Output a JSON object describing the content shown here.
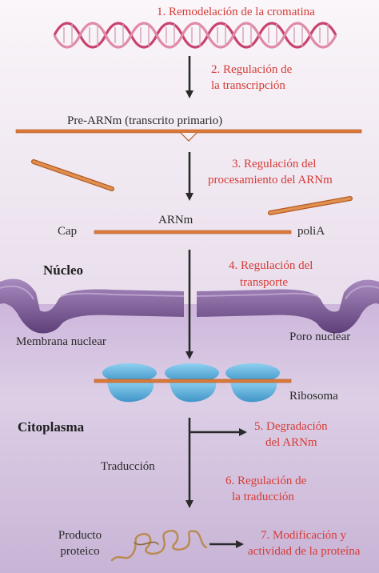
{
  "steps": {
    "s1": "1. Remodelación de la cromatina",
    "s2_l1": "2. Regulación de",
    "s2_l2": "la transcripción",
    "s3_l1": "3. Regulación del",
    "s3_l2": "procesamiento del ARNm",
    "s4_l1": "4. Regulación del",
    "s4_l2": "transporte",
    "s5_l1": "5. Degradación",
    "s5_l2": "del ARNm",
    "s6_l1": "6. Regulación de",
    "s6_l2": "la traducción",
    "s7_l1": "7. Modificación y",
    "s7_l2": "actividad de la proteína"
  },
  "labels": {
    "pre_arnm": "Pre-ARNm (transcrito primario)",
    "arnm": "ARNm",
    "cap": "Cap",
    "polia": "poliA",
    "nucleo": "Núcleo",
    "membrana": "Membrana nuclear",
    "poro": "Poro nuclear",
    "ribosoma": "Ribosoma",
    "citoplasma": "Citoplasma",
    "traduccion": "Traducción",
    "producto_l1": "Producto",
    "producto_l2": "proteico"
  },
  "colors": {
    "step_text": "#d63a36",
    "rna_strand": "#d97a3a",
    "dna_helix": "#c8446e",
    "membrane": "#7d5b95",
    "ribosome": "#5aa9d6",
    "background_top": "#f6f1f6",
    "background_bottom": "#b9a3cc"
  }
}
